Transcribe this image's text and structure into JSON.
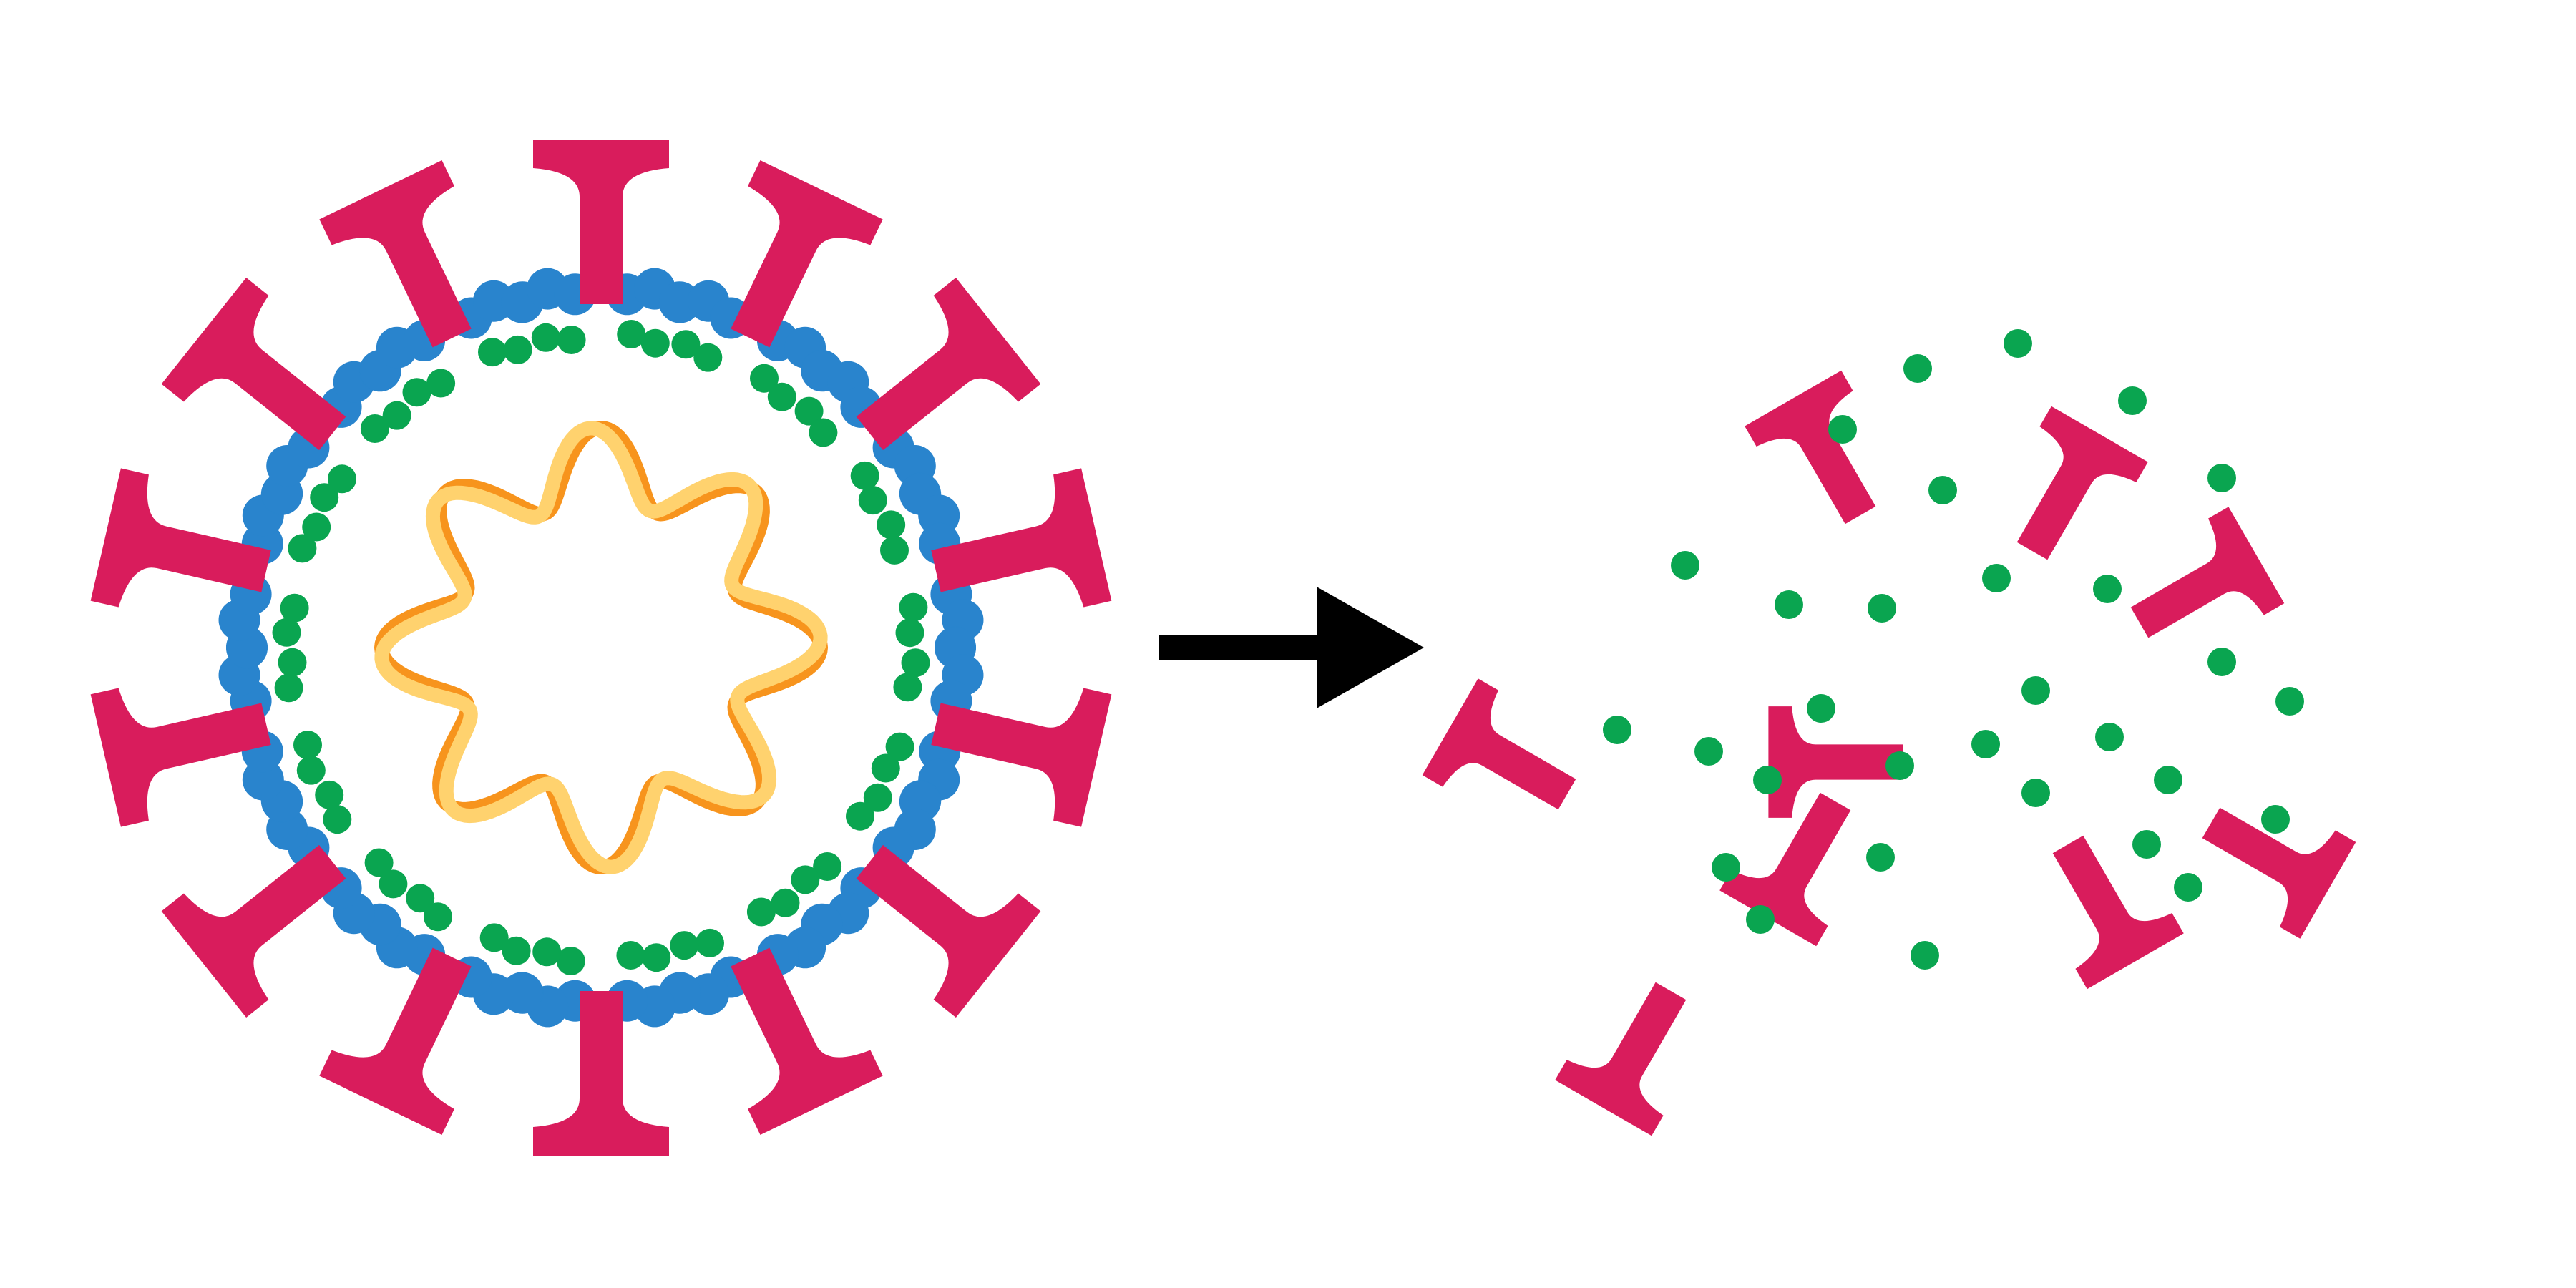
{
  "colors": {
    "background": "#ffffff",
    "spike": "#d91c5c",
    "lipid_head": "#2984cd",
    "particle": "#0aa550",
    "inner_strand_a": "#f7941d",
    "inner_strand_b": "#ffd26e",
    "arrow": "#000000"
  },
  "diagram": {
    "intact_particle": {
      "spike_count": 14,
      "lipid_heads_per_segment": 3,
      "particles_per_segment": 2,
      "inner_strand_petals": 8
    },
    "transition": {
      "direction": "right",
      "icon": "arrow-right-icon"
    },
    "disrupted_particle": {
      "free_spike_count": 9,
      "free_particle_count": 30
    }
  }
}
